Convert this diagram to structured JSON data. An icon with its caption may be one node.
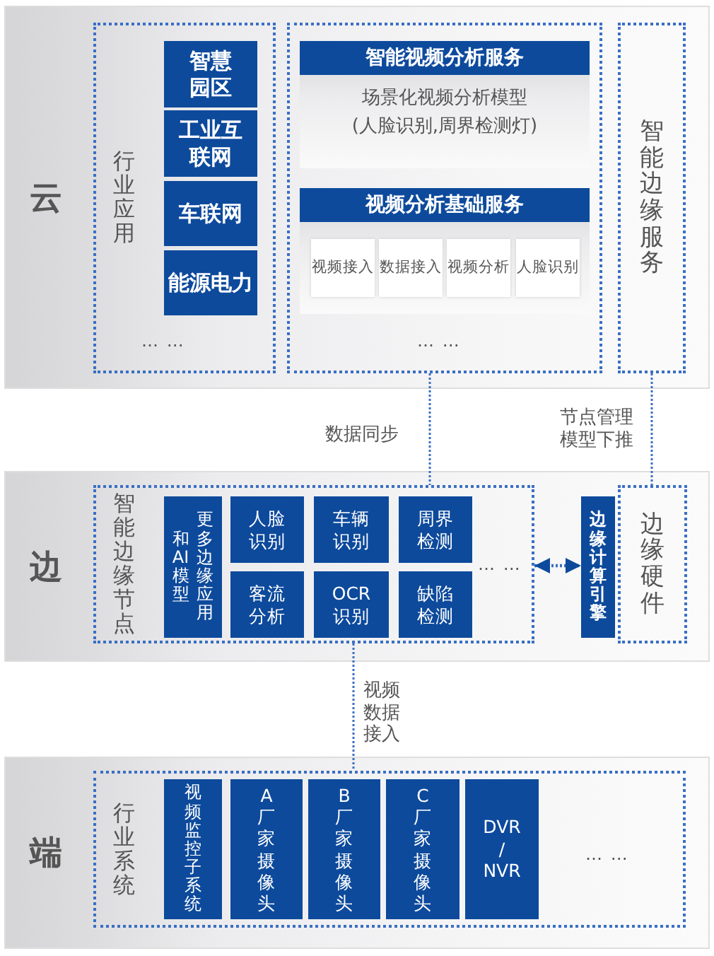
{
  "diagram": {
    "nodes": [
      {
        "text": [
          "云"
        ]
      },
      {
        "text": [
          "行业应用"
        ],
        "in": 0
      },
      {
        "text": [
          "智慧园区"
        ],
        "in": 1
      },
      {
        "text": [
          "工业互联网"
        ],
        "in": 1
      },
      {
        "text": [
          "车联网"
        ],
        "in": 1
      },
      {
        "text": [
          "能源电力"
        ],
        "in": 1
      },
      {
        "text": [],
        "shape": "box",
        "in": 0
      },
      {
        "text": [
          "智能视频分析服务",
          "场景化视频分析模型(人脸识别,周界检测灯)"
        ],
        "in": 6
      },
      {
        "text": [
          "视频分析基础服务"
        ],
        "in": 6
      },
      {
        "text": [
          "视频接入"
        ],
        "in": 8
      },
      {
        "text": [
          "数据接入"
        ],
        "in": 8
      },
      {
        "text": [
          "视频分析"
        ],
        "in": 8
      },
      {
        "text": [
          "人脸识别"
        ],
        "in": 8
      },
      {
        "text": [
          "智能边缘服务"
        ],
        "in": 0
      },
      {
        "text": [
          "边"
        ]
      },
      {
        "text": [
          "智能边缘节点"
        ],
        "in": 14
      },
      {
        "text": [
          "和AI模型",
          "更多边缘应用"
        ],
        "in": 15
      },
      {
        "text": [
          "人脸识别"
        ],
        "in": 15
      },
      {
        "text": [
          "车辆识别"
        ],
        "in": 15
      },
      {
        "text": [
          "周界检测"
        ],
        "in": 15
      },
      {
        "text": [
          "客流分析"
        ],
        "in": 15
      },
      {
        "text": [
          "OCR识别"
        ],
        "in": 15
      },
      {
        "text": [
          "缺陷检测"
        ],
        "in": 15
      },
      {
        "text": [
          "边缘计算引擎"
        ],
        "in": 14
      },
      {
        "text": [
          "边缘硬件"
        ],
        "in": 14
      },
      {
        "text": [
          "端"
        ]
      },
      {
        "text": [
          "行业系统"
        ],
        "in": 25
      },
      {
        "text": [
          "视频监控子系统"
        ],
        "in": 26
      },
      {
        "text": [
          "A厂家摄像头"
        ],
        "in": 26
      },
      {
        "text": [
          "B厂家摄像头"
        ],
        "in": 26
      },
      {
        "text": [
          "C厂家摄像头"
        ],
        "in": 26
      },
      {
        "text": [
          "DVR / NVR"
        ],
        "in": 26
      }
    ],
    "edges": [
      {
        "from": 6,
        "to": 15,
        "arrow": "none",
        "label": "数据同步"
      },
      {
        "from": 13,
        "to": 24,
        "arrow": "none",
        "label": "节点管理模型下推"
      },
      {
        "from": 15,
        "to": 26,
        "arrow": "none",
        "label": "视频数据接入"
      },
      {
        "from": 15,
        "to": 23,
        "arrow": "both"
      }
    ],
    "labels": [
      "… …",
      "… …",
      "… …",
      "… …"
    ]
  }
}
